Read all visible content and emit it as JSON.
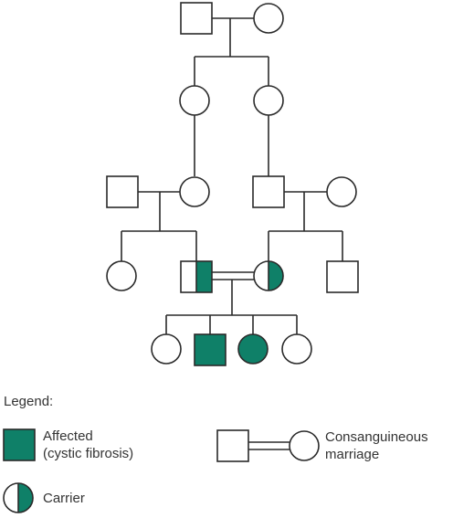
{
  "colors": {
    "affected": "#0f8068",
    "line": "#2a2a2a",
    "background": "#ffffff"
  },
  "legend": {
    "title": "Legend:",
    "affected_line1": "Affected",
    "affected_line2": "(cystic fibrosis)",
    "consanguineous_line1": "Consanguineous",
    "consanguineous_line2": "marriage",
    "carrier": "Carrier"
  }
}
